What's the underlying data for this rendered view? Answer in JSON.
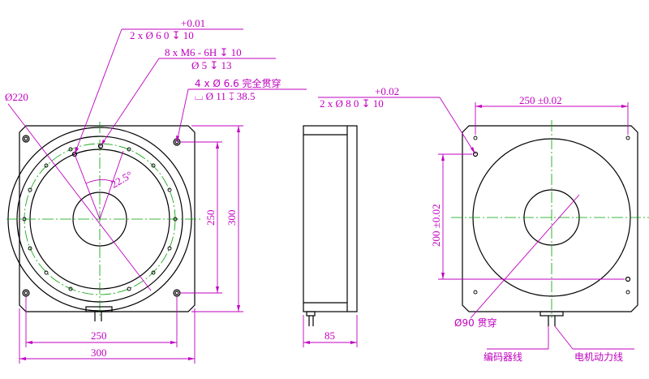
{
  "callouts": {
    "pin_hole": {
      "tol": "+0.01",
      "line": "2 x Ø 6  0    ↧ 10"
    },
    "thread_hole": {
      "line1": "8 x  M6 - 6H ↧ 10",
      "line2": "Ø 5 ↧ 13"
    },
    "through_hole": {
      "line1": "4 x Ø 6.6 完全贯穿",
      "line2": "⌴ Ø 11 ↧ 38.5"
    },
    "diameter": "Ø220",
    "angle": "22.5°",
    "rear_pin": {
      "tol": "+0.02",
      "line": "2 x Ø 8  0    ↧ 10"
    },
    "bore": "Ø90 贯穿"
  },
  "dimensions": {
    "front_bolt_spacing": "250",
    "front_width": "300",
    "front_vertical_spacing": "250",
    "front_height": "300",
    "side_depth": "85",
    "rear_hole_spacing_h": "250 ±0.02",
    "rear_hole_spacing_v": "200 ±0.02"
  },
  "labels": {
    "encoder_cable": "编码器线",
    "motor_cable": "电机动力线"
  },
  "colors": {
    "outline": "#000000",
    "centerline": "#00a000",
    "annotation": "#c000c0"
  }
}
